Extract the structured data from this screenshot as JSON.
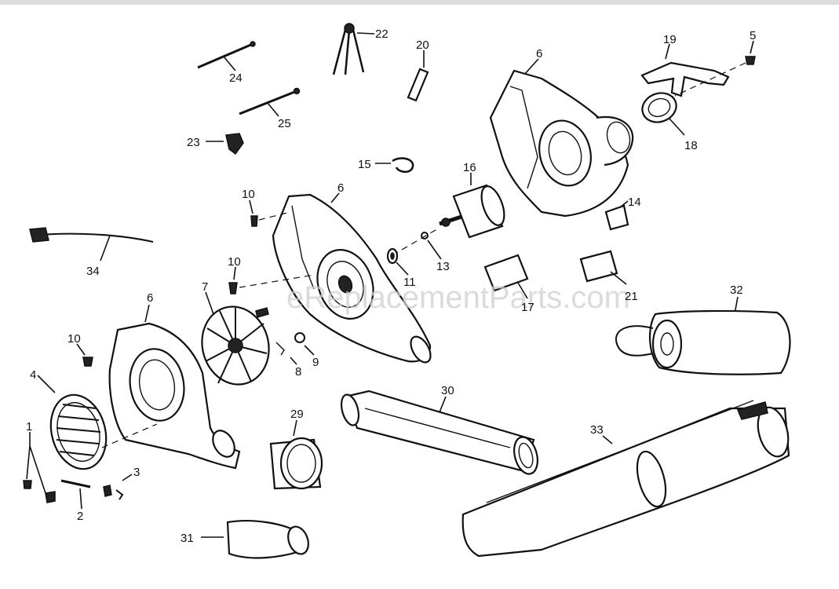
{
  "watermark": "eReplacementParts.com",
  "callouts": {
    "p1": "1",
    "p2": "2",
    "p3": "3",
    "p4": "4",
    "p5": "5",
    "p6a": "6",
    "p6b": "6",
    "p6c": "6",
    "p7": "7",
    "p8": "8",
    "p9": "9",
    "p10a": "10",
    "p10b": "10",
    "p10c": "10",
    "p11": "11",
    "p13": "13",
    "p14": "14",
    "p15": "15",
    "p16": "16",
    "p17": "17",
    "p18": "18",
    "p19": "19",
    "p20": "20",
    "p21": "21",
    "p22": "22",
    "p23": "23",
    "p24": "24",
    "p25": "25",
    "p29": "29",
    "p30": "30",
    "p31": "31",
    "p32": "32",
    "p33": "33",
    "p34": "34"
  }
}
